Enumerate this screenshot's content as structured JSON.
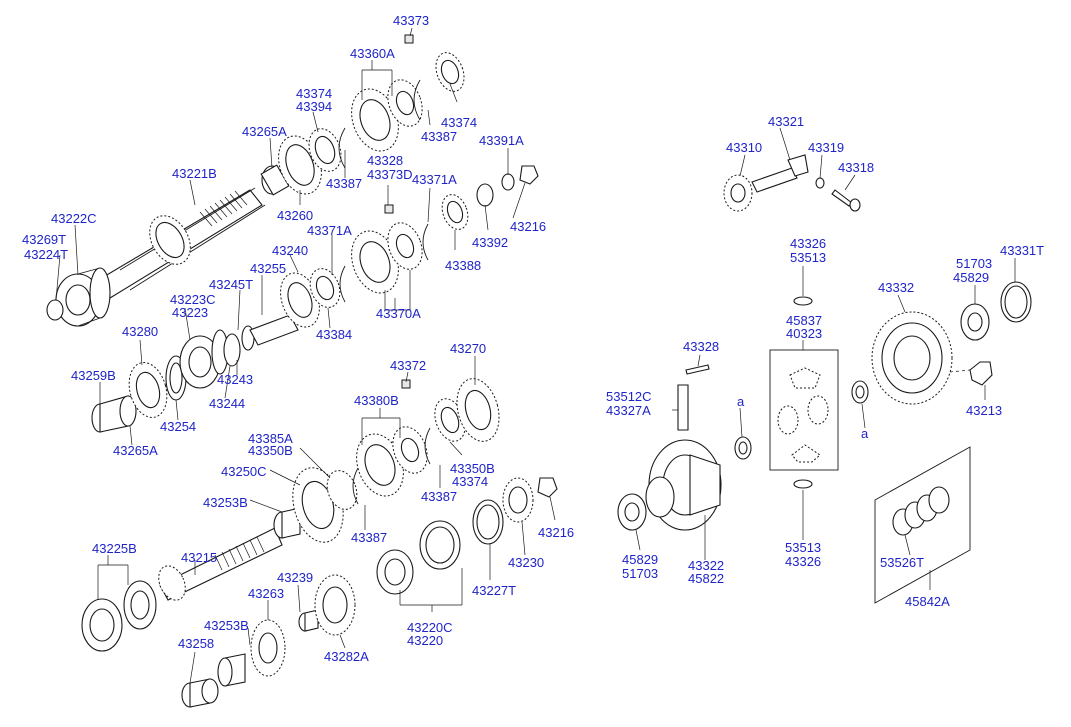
{
  "labels": {
    "p43373": "43373",
    "p43360a": "43360A",
    "p43374a": "43374",
    "p43394": "43394",
    "p43265a_top": "43265A",
    "p43374b": "43374",
    "p43387a": "43387",
    "p43391a": "43391A",
    "p43328a": "43328",
    "p43373d": "43373D",
    "p43371a_r": "43371A",
    "p43387b": "43387",
    "p43221b": "43221B",
    "p43222c": "43222C",
    "p43269t": "43269T",
    "p43224t": "43224T",
    "p43260": "43260",
    "p43216a": "43216",
    "p43392": "43392",
    "p43240": "43240",
    "p43371a_l": "43371A",
    "p43388": "43388",
    "p43255": "43255",
    "p43245t": "43245T",
    "p43223c": "43223C",
    "p43223": "43223",
    "p43370a": "43370A",
    "p43384": "43384",
    "p43280": "43280",
    "p43259b": "43259B",
    "p43243": "43243",
    "p43244": "43244",
    "p43254": "43254",
    "p43265a_bot": "43265A",
    "p43372": "43372",
    "p43270": "43270",
    "p43380b": "43380B",
    "p43385a": "43385A",
    "p43350b_l": "43350B",
    "p43250c": "43250C",
    "p43350b_r": "43350B",
    "p43374c": "43374",
    "p43387c": "43387",
    "p43253b_a": "43253B",
    "p43387d": "43387",
    "p43216b": "43216",
    "p43215": "43215",
    "p43225b": "43225B",
    "p43230": "43230",
    "p43239": "43239",
    "p43227t": "43227T",
    "p43263": "43263",
    "p43220c": "43220C",
    "p43220": "43220",
    "p43253b_b": "43253B",
    "p43258": "43258",
    "p43282a": "43282A",
    "p43321": "43321",
    "p43310": "43310",
    "p43319": "43319",
    "p43318": "43318",
    "p43326a": "43326",
    "p53513a": "53513",
    "p51703a": "51703",
    "p45829a": "45829",
    "p43331t": "43331T",
    "p43332": "43332",
    "p45837": "45837",
    "p40323": "40323",
    "p43328b": "43328",
    "p53512c": "53512C",
    "p43327a": "43327A",
    "p43213": "43213",
    "p_a1": "a",
    "p_a2": "a",
    "p53513b": "53513",
    "p43326b": "43326",
    "p53526t": "53526T",
    "p45829b": "45829",
    "p51703b": "51703",
    "p43322": "43322",
    "p45822": "45822",
    "p45842a": "45842A"
  },
  "colors": {
    "label": "#1f24c8",
    "line": "#1a1a1a",
    "background": "#ffffff"
  }
}
